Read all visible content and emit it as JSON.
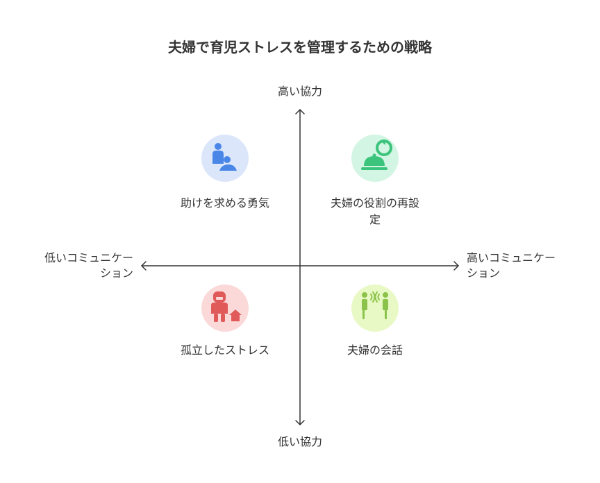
{
  "title": "夫婦で育児ストレスを管理するための戦略",
  "axes": {
    "top": "高い協力",
    "bottom": "低い協力",
    "left": "低いコミュニケー\nション",
    "right": "高いコミュニケー\nション"
  },
  "quadrants": {
    "top_left": {
      "label": "助けを求める勇気",
      "icon": "person-with-baby-icon",
      "color": "#4a86e8"
    },
    "top_right": {
      "label": "夫婦の役割の再設\n定",
      "icon": "cloche-reset-icon",
      "color": "#3cc47c"
    },
    "bottom_left": {
      "label": "孤立したストレス",
      "icon": "isolated-person-home-icon",
      "color": "#e05a5a"
    },
    "bottom_right": {
      "label": "夫婦の会話",
      "icon": "two-people-talking-icon",
      "color": "#8bc34a"
    }
  }
}
